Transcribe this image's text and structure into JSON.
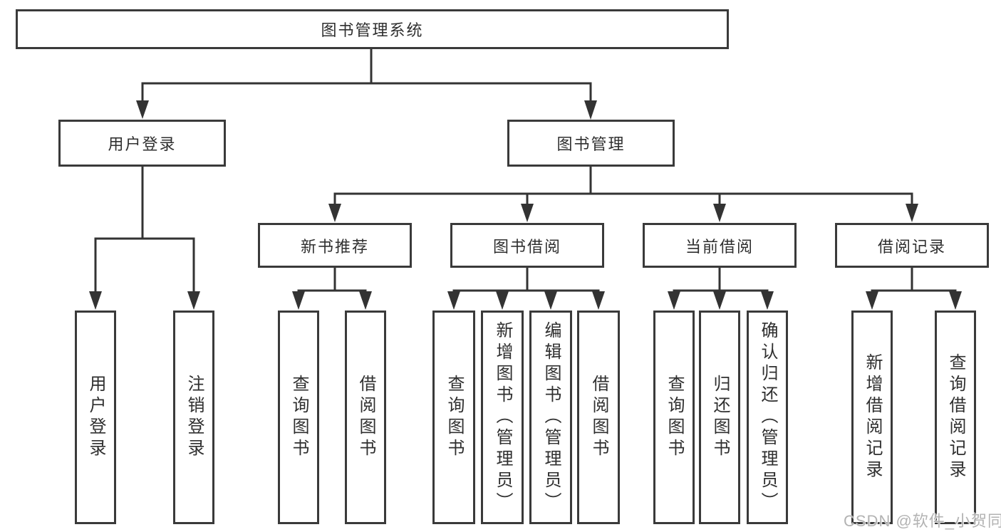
{
  "tree": {
    "root": {
      "label": "图书管理系统"
    },
    "level2": [
      {
        "id": "user-login",
        "label": "用户登录"
      },
      {
        "id": "book-management",
        "label": "图书管理"
      }
    ],
    "level3": [
      {
        "id": "new-book-recommend",
        "label": "新书推荐"
      },
      {
        "id": "book-borrow",
        "label": "图书借阅"
      },
      {
        "id": "current-borrow",
        "label": "当前借阅"
      },
      {
        "id": "borrow-records",
        "label": "借阅记录"
      }
    ],
    "leaves": [
      {
        "parent": "用户登录",
        "label": "用户登录"
      },
      {
        "parent": "用户登录",
        "label": "注销登录"
      },
      {
        "parent": "新书推荐",
        "label": "查询图书"
      },
      {
        "parent": "新书推荐",
        "label": "借阅图书"
      },
      {
        "parent": "图书借阅",
        "label": "查询图书"
      },
      {
        "parent": "图书借阅",
        "label": "新增图书（管理员）"
      },
      {
        "parent": "图书借阅",
        "label": "编辑图书（管理员）"
      },
      {
        "parent": "图书借阅",
        "label": "借阅图书"
      },
      {
        "parent": "当前借阅",
        "label": "查询图书"
      },
      {
        "parent": "当前借阅",
        "label": "归还图书"
      },
      {
        "parent": "当前借阅",
        "label": "确认归还（管理员）"
      },
      {
        "parent": "借阅记录",
        "label": "新增借阅记录"
      },
      {
        "parent": "借阅记录",
        "label": "查询借阅记录"
      }
    ]
  },
  "watermark": {
    "text": "CSDN @软件_小贺同学",
    "color": "#b3b3b3"
  },
  "colors": {
    "background": "#ffffff",
    "line": "#333333",
    "box_border": "#3a3a3a",
    "text": "#2f2f2f"
  }
}
